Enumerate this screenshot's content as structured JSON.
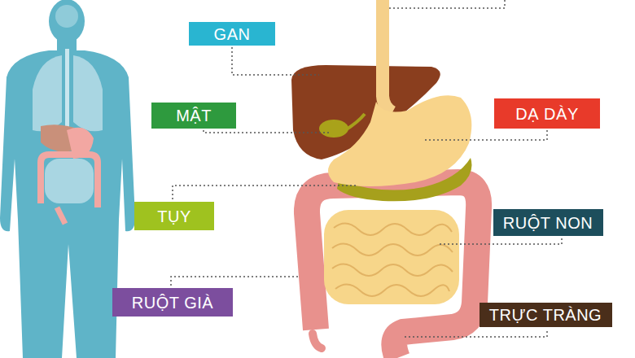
{
  "diagram": {
    "nodes": [
      {
        "text": [
          "GAN"
        ]
      },
      {
        "text": [
          "MẬT"
        ]
      },
      {
        "text": [
          "DẠ DÀY"
        ]
      },
      {
        "text": [
          "TỤY"
        ]
      },
      {
        "text": [
          "RUỘT NON"
        ]
      },
      {
        "text": [
          "RUỘT GIÀ"
        ]
      },
      {
        "text": [
          "TRỰC TRÀNG"
        ]
      }
    ]
  }
}
